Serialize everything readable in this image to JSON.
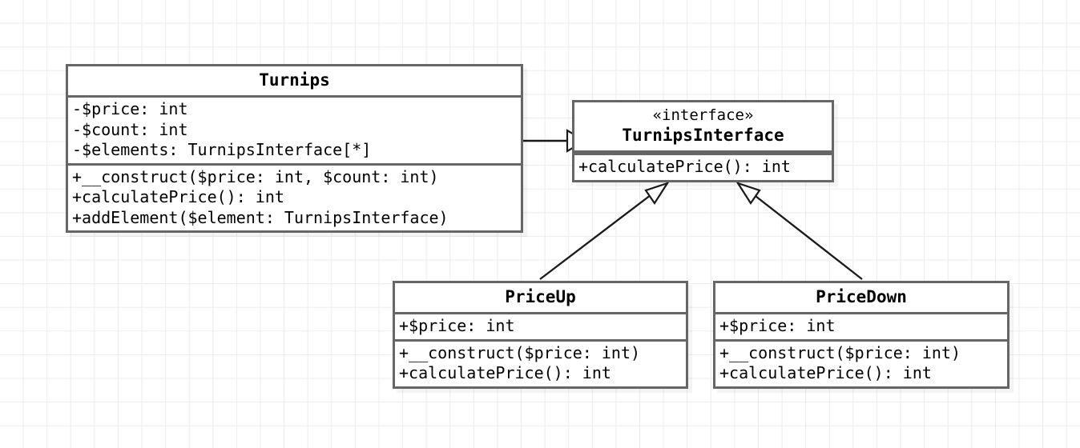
{
  "diagram": {
    "kind": "uml-class-diagram",
    "background": "#ffffff",
    "grid_color": "#ececec",
    "border_color": "#666666",
    "text_color": "#000000"
  },
  "classes": {
    "turnips": {
      "name": "Turnips",
      "stereotype": "",
      "attributes": [
        "-$price: int",
        "-$count: int",
        "-$elements: TurnipsInterface[*]"
      ],
      "methods": [
        "+__construct($price: int, $count: int)",
        "+calculatePrice(): int",
        "+addElement($element: TurnipsInterface)"
      ]
    },
    "turnips_interface": {
      "name": "TurnipsInterface",
      "stereotype": "«interface»",
      "attributes": [],
      "methods": [
        "+calculatePrice(): int"
      ]
    },
    "price_up": {
      "name": "PriceUp",
      "stereotype": "",
      "attributes": [
        "+$price: int"
      ],
      "methods": [
        "+__construct($price: int)",
        "+calculatePrice(): int"
      ]
    },
    "price_down": {
      "name": "PriceDown",
      "stereotype": "",
      "attributes": [
        "+$price: int"
      ],
      "methods": [
        "+__construct($price: int)",
        "+calculatePrice(): int"
      ]
    }
  },
  "relationships": [
    {
      "id": "turnips-to-interface",
      "from": "Turnips",
      "to": "TurnipsInterface",
      "type": "realization",
      "arrowhead": "hollow-triangle",
      "line": "solid",
      "label": ""
    },
    {
      "id": "priceup-to-interface",
      "from": "PriceUp",
      "to": "TurnipsInterface",
      "type": "realization",
      "arrowhead": "open-triangle",
      "line": "solid",
      "label": ""
    },
    {
      "id": "pricedown-to-interface",
      "from": "PriceDown",
      "to": "TurnipsInterface",
      "type": "realization",
      "arrowhead": "open-triangle",
      "line": "solid",
      "label": ""
    }
  ]
}
